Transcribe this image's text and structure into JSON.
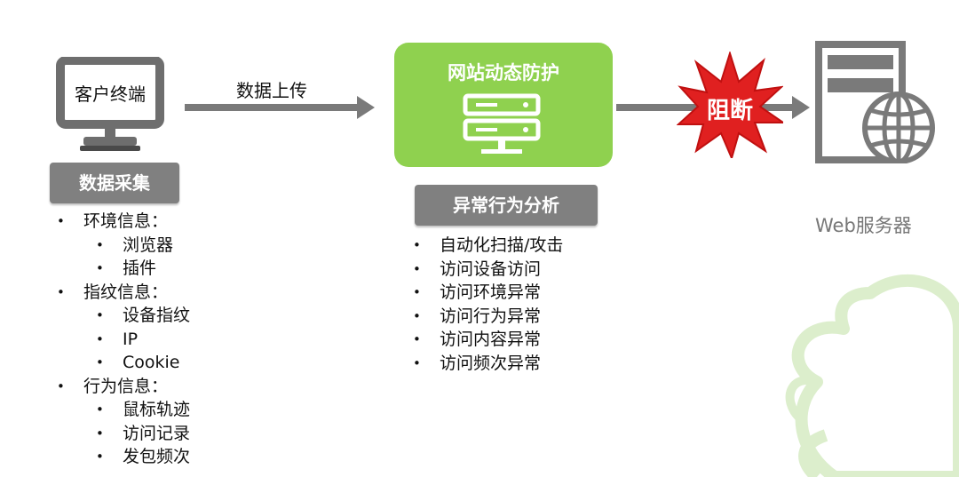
{
  "client": {
    "label": "客户终端"
  },
  "upload": {
    "label": "数据上传"
  },
  "collect": {
    "title": "数据采集",
    "items": [
      {
        "text": "环境信息：",
        "level": 0
      },
      {
        "text": "浏览器",
        "level": 1
      },
      {
        "text": "插件",
        "level": 1
      },
      {
        "text": "指纹信息：",
        "level": 0
      },
      {
        "text": "设备指纹",
        "level": 1
      },
      {
        "text": "IP",
        "level": 1
      },
      {
        "text": "Cookie",
        "level": 1
      },
      {
        "text": "行为信息：",
        "level": 0
      },
      {
        "text": "鼠标轨迹",
        "level": 1
      },
      {
        "text": "访问记录",
        "level": 1
      },
      {
        "text": "发包频次",
        "level": 1
      }
    ]
  },
  "protection": {
    "title": "网站动态防护"
  },
  "analysis": {
    "title": "异常行为分析",
    "items": [
      "自动化扫描/攻击",
      "访问设备访问",
      "访问环境异常",
      "访问行为异常",
      "访问内容异常",
      "访问频次异常"
    ]
  },
  "block": {
    "label": "阻断"
  },
  "server": {
    "label": "Web服务器"
  },
  "colors": {
    "green": "#8fd14f",
    "gray": "#808080",
    "red": "#e02020",
    "watermark": "#dceecc"
  },
  "icons": {
    "client": "monitor-icon",
    "protection": "server-rack-icon",
    "server": "web-server-icon",
    "globe": "globe-icon",
    "block": "burst-icon"
  }
}
